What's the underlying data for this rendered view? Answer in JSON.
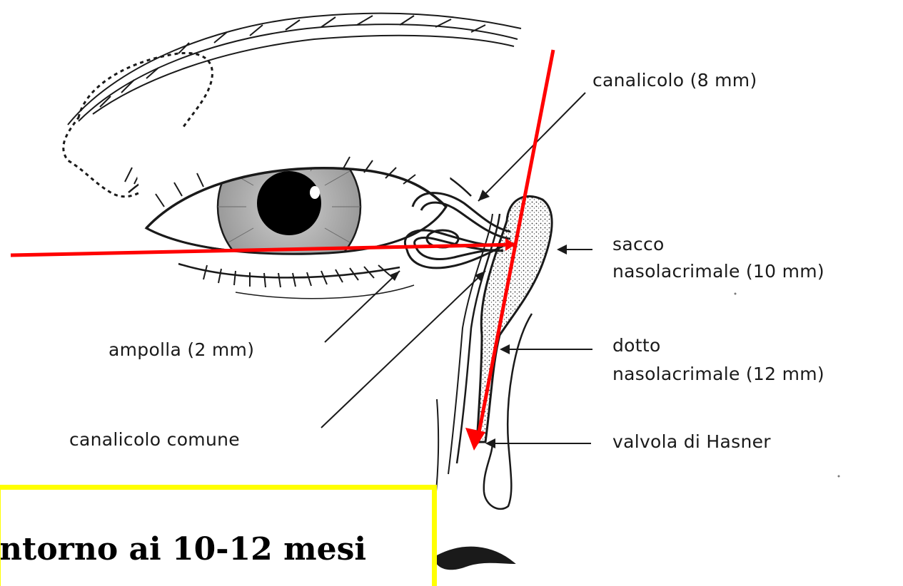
{
  "labels": {
    "canalicolo": "canalicolo (8 mm)",
    "sacco_line1": "sacco",
    "sacco_line2": "nasolacrimale (10 mm)",
    "ampolla": "ampolla (2 mm)",
    "dotto_line1": "dotto",
    "dotto_line2": "nasolacrimale (12 mm)",
    "canalicolo_comune": "canalicolo comune",
    "valvola": "valvola di Hasner"
  },
  "note": {
    "text": "ntorno ai 10-12 mesi"
  },
  "colors": {
    "highlight_box": "#ffff00",
    "annotation_lines": "#ff0000",
    "drawing_ink": "#1a1a1a"
  }
}
